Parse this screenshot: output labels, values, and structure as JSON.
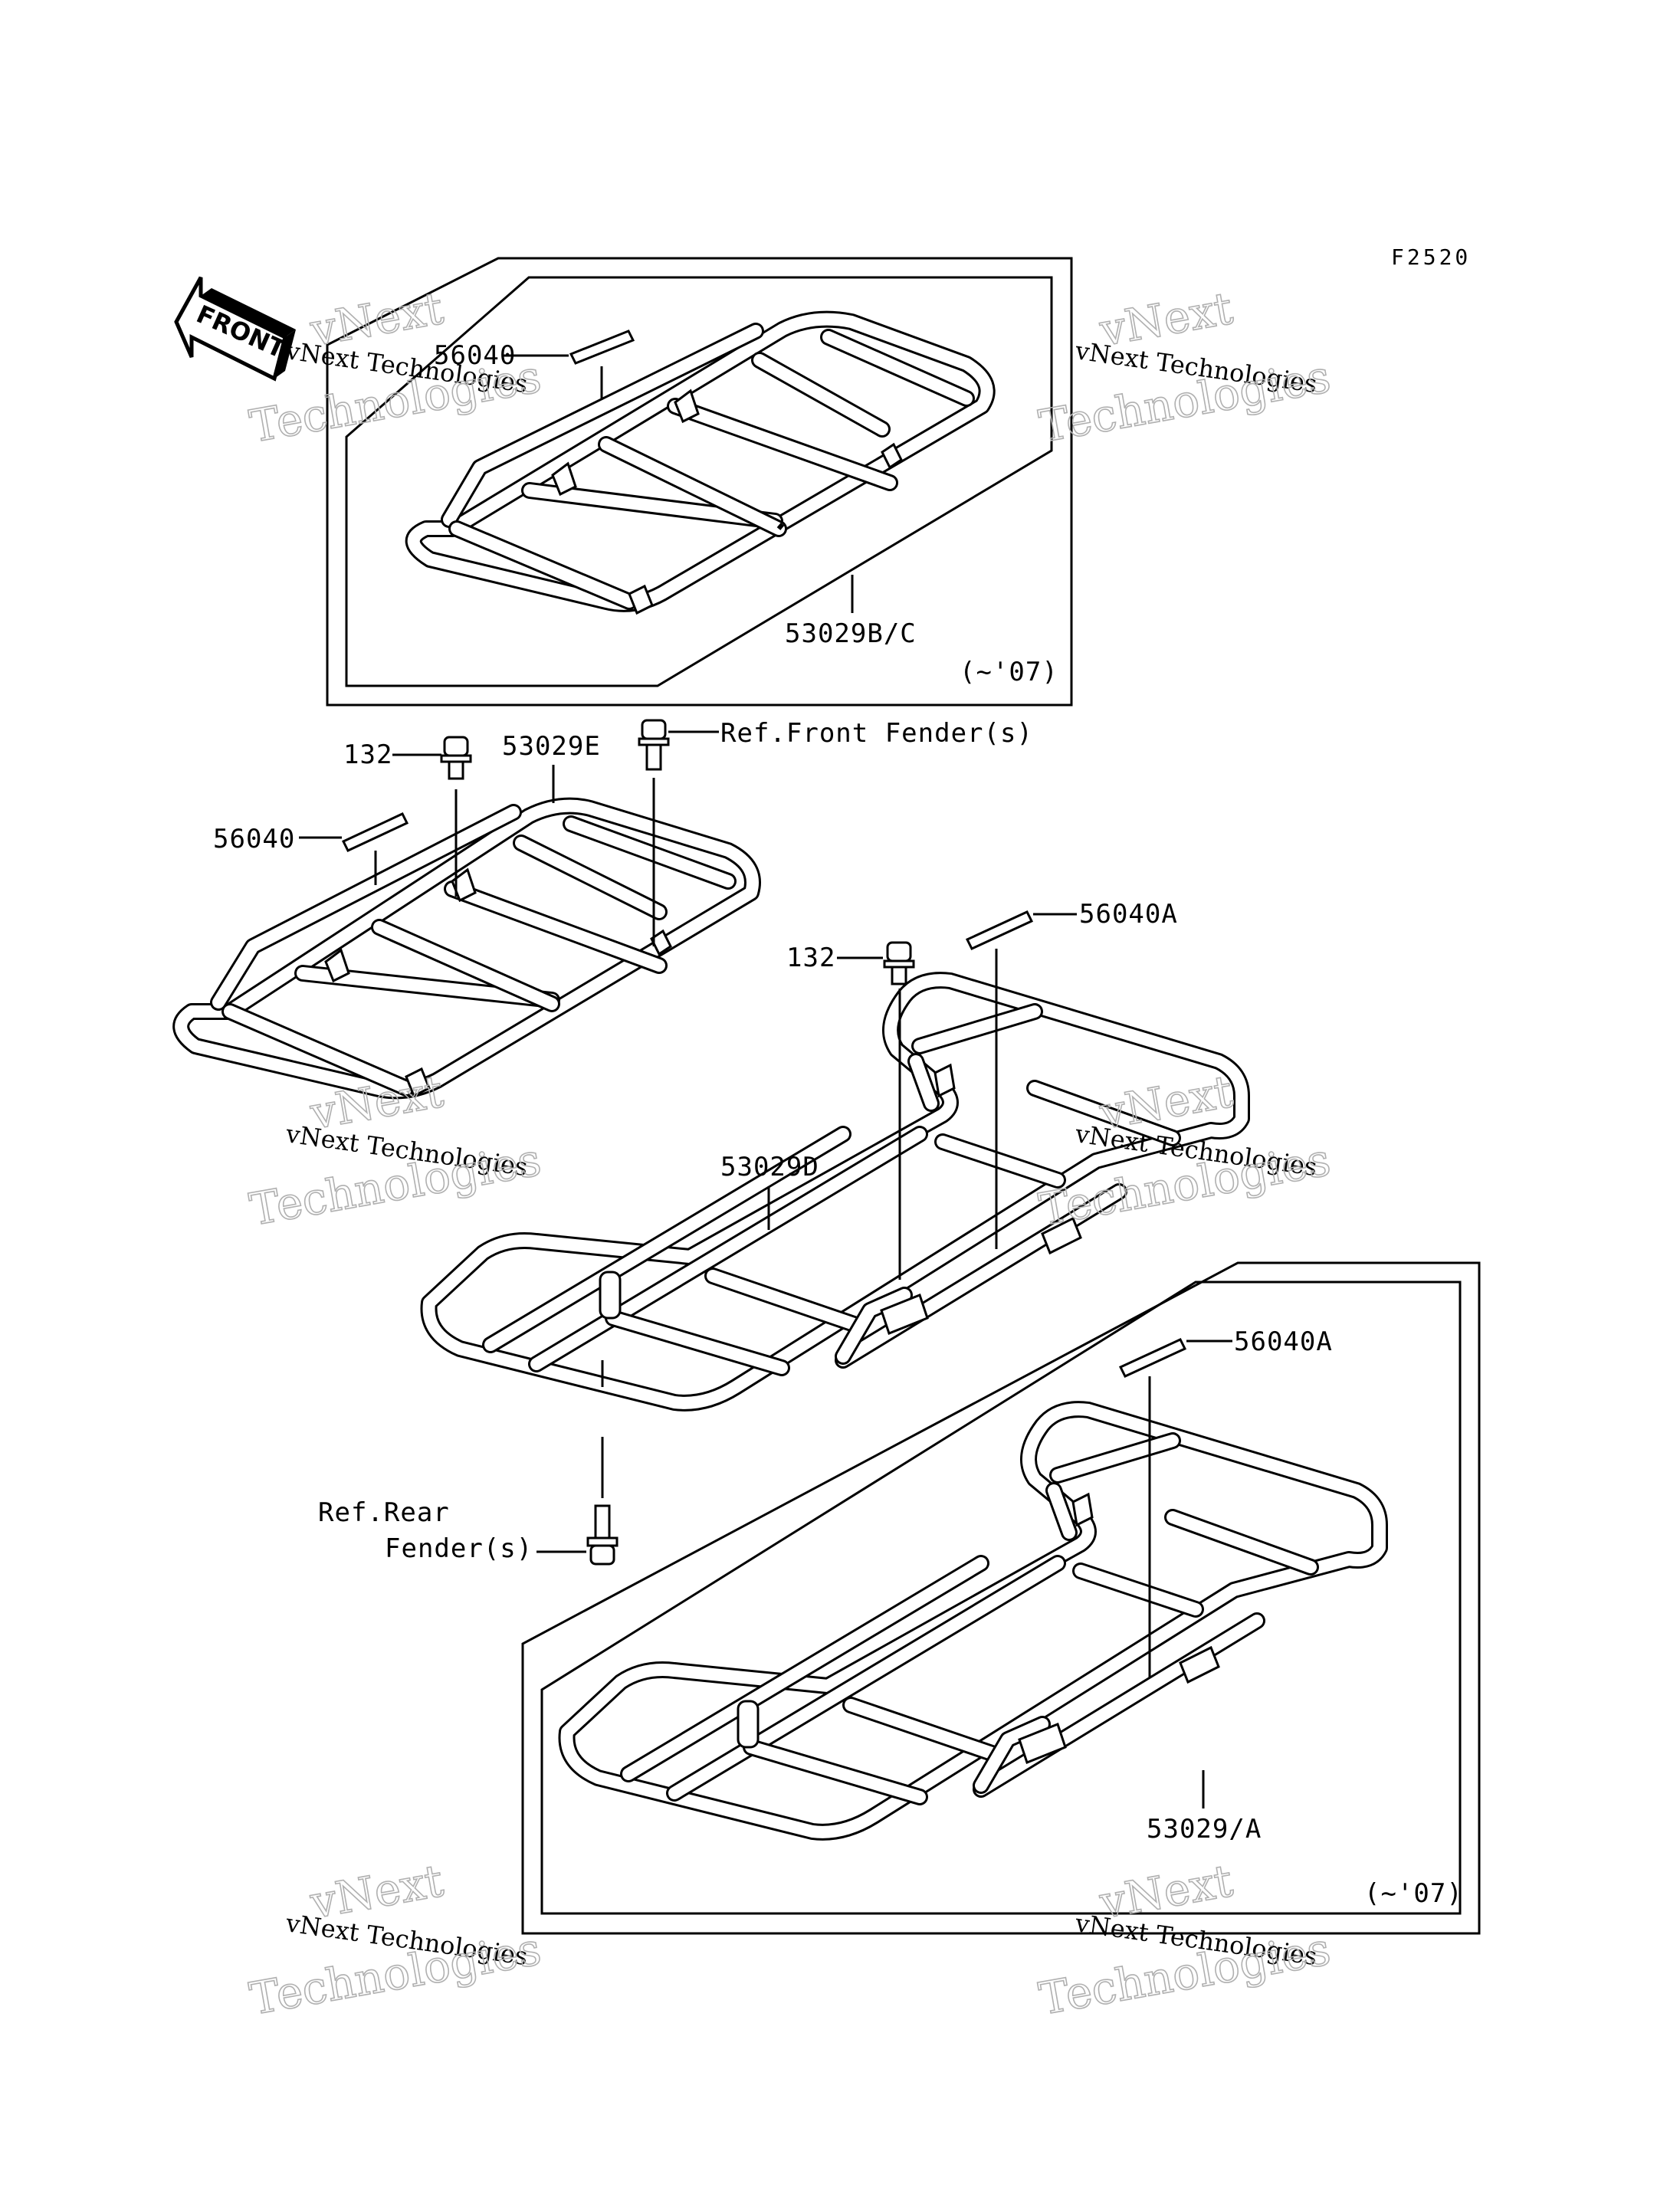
{
  "diagram_code": "F2520",
  "front_arrow": {
    "label": "FRONT",
    "icon": "front-arrow-icon"
  },
  "callouts": {
    "top_decal": "56040",
    "top_rack": "53029B/C",
    "top_note": "(~'07)",
    "mid_bolt": "132",
    "mid_rack": "53029E",
    "front_fender_ref": "Ref.Front Fender(s)",
    "mid_decal": "56040",
    "rear_bolt": "132",
    "rear_decal": "56040A",
    "rear_rack": "53029D",
    "rear_fender_ref_line1": "Ref.Rear",
    "rear_fender_ref_line2": "Fender(s)",
    "bottom_decal": "56040A",
    "bottom_rack": "53029/A",
    "bottom_note": "(~'07)"
  },
  "watermark": {
    "line1": "vNext Technologies",
    "line2": "vNext",
    "line3": "Technologies"
  }
}
